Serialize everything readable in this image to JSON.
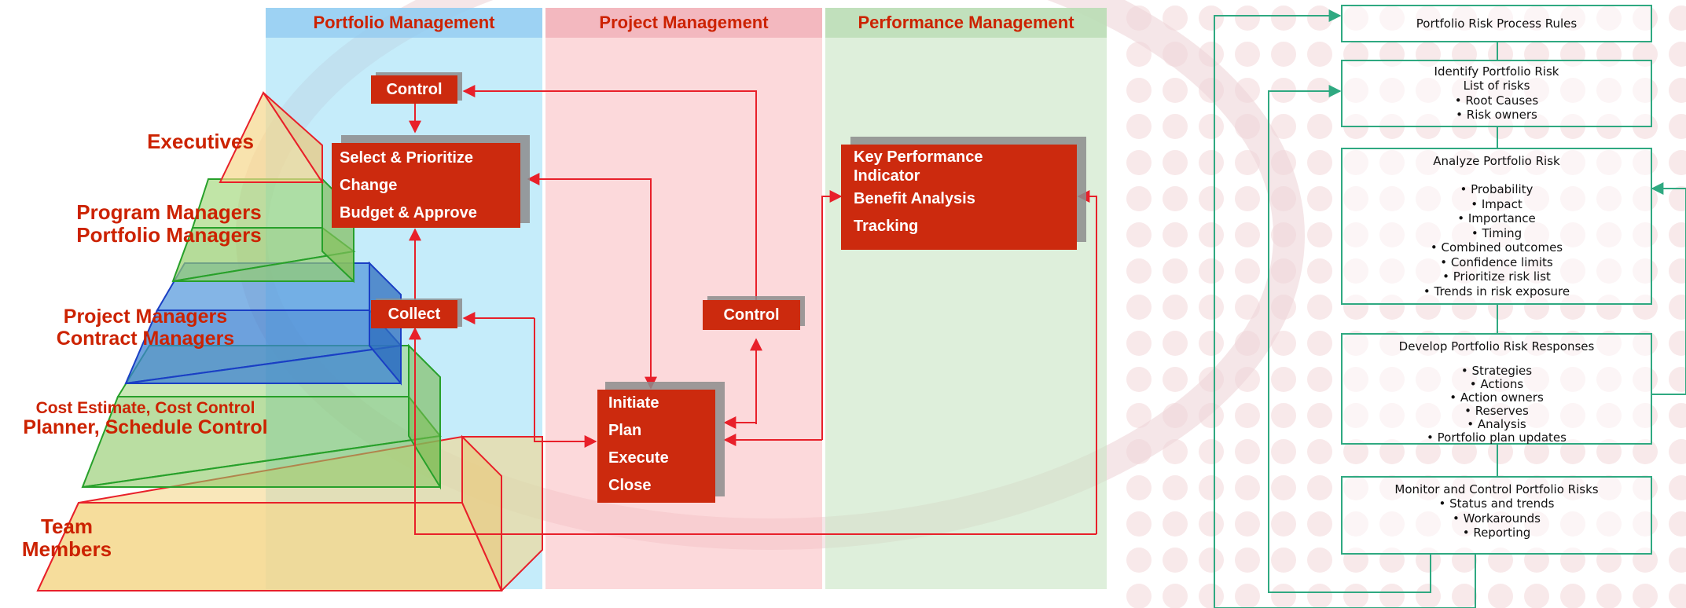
{
  "columns": {
    "portfolio": "Portfolio Management",
    "project": "Project Management",
    "performance": "Performance Management"
  },
  "levels": {
    "executives": "Executives",
    "program_1": "Program Managers",
    "program_2": "Portfolio Managers",
    "project_1": "Project Managers",
    "project_2": "Contract Managers",
    "cost_1": "Cost Estimate, Cost Control",
    "cost_2": "Planner, Schedule Control",
    "team_1": "Team",
    "team_2": "Members"
  },
  "boxes": {
    "control_top": "Control",
    "select": [
      "Select & Prioritize",
      "Change",
      "Budget  & Approve"
    ],
    "collect": "Collect",
    "control_mid": "Control",
    "lifecycle": [
      "Initiate",
      "Plan",
      "Execute",
      "Close"
    ],
    "kpi": [
      "Key Performance Indicator",
      "Benefit Analysis",
      "Tracking"
    ]
  },
  "process": {
    "rules": "Portfolio Risk Process Rules",
    "identify": {
      "title": "Identify Portfolio Risk",
      "items": [
        "List of risks",
        "• Root  Causes",
        "• Risk owners"
      ]
    },
    "analyze": {
      "title": "Analyze Portfolio Risk",
      "items": [
        "• Probability",
        "• Impact",
        "• Importance",
        "• Timing",
        "• Combined  outcomes",
        "• Confidence  limits",
        "• Prioritize risk list",
        "• Trends in risk exposure"
      ]
    },
    "develop": {
      "title": "Develop Portfolio Risk Responses",
      "items": [
        "• Strategies",
        "• Actions",
        "• Action owners",
        "• Reserves",
        "• Analysis",
        "• Portfolio plan updates"
      ]
    },
    "monitor": {
      "title": "Monitor and Control Portfolio Risks",
      "items": [
        "• Status  and trends",
        "• Workarounds",
        "• Reporting"
      ]
    }
  },
  "colors": {
    "accent_red": "#cc2a0e",
    "label_red": "#cc2200",
    "arrow_red": "#e8202a",
    "flow_green": "#2fa981",
    "portfolio_band": "#b9e6f7",
    "project_band": "#fbcfd2",
    "performance_band": "#d6ead3"
  }
}
